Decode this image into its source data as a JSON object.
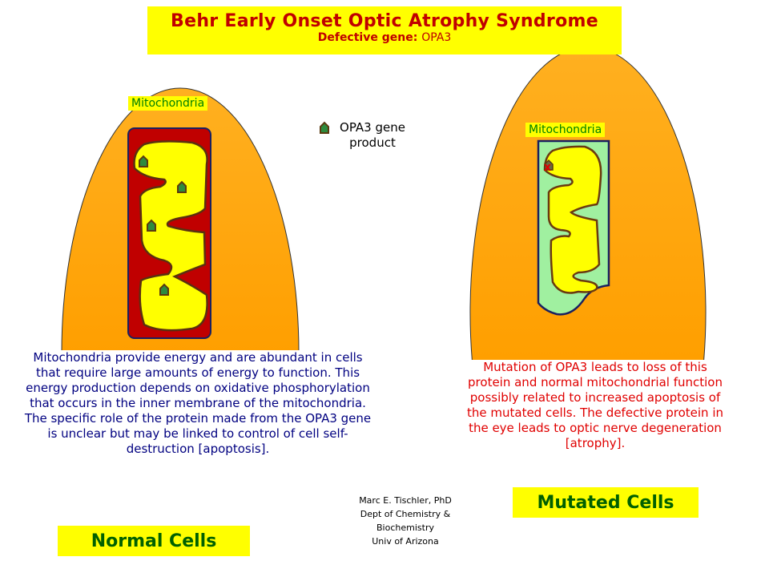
{
  "header": {
    "title": "Behr Early Onset Optic Atrophy Syndrome",
    "subtitle_label": "Defective gene:",
    "subtitle_gene": "OPA3"
  },
  "legend": {
    "icon": "opa3-gene-product-icon",
    "text": "OPA3 gene product"
  },
  "normal": {
    "mito_label": "Mitochondria",
    "description": "Mitochondria provide energy and are abundant in cells that require large amounts of energy to function. This energy production depends on oxidative phosphorylation that occurs in the inner membrane of the mitochondria. The specific role of the protein made from the OPA3 gene is unclear but may be linked to control of cell self-destruction [apoptosis].",
    "cells_label": "Normal Cells"
  },
  "mutated": {
    "mito_label": "Mitochondria",
    "description": "Mutation of OPA3 leads to loss of this protein and normal mitochondrial function possibly related to increased apoptosis of the mutated cells. The defective protein in the eye leads to optic nerve degeneration [atrophy].",
    "cells_label": "Mutated Cells"
  },
  "credit": {
    "line1": "Marc  E. Tischler, PhD",
    "line2": "Dept of Chemistry &",
    "line3": "Biochemistry",
    "line4": "Univ of Arizona"
  },
  "colors": {
    "cell": "#ffa500",
    "matrix_normal": "#c00000",
    "matrix_mutated": "#a0f0a0",
    "inner": "#ffff00",
    "label_bg": "#ffff00"
  }
}
